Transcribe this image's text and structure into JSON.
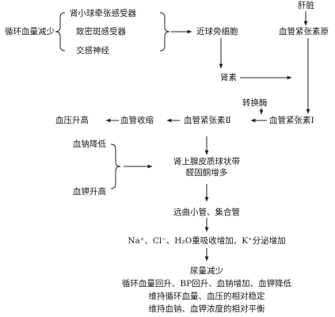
{
  "nodes": {
    "liver": "肝脏",
    "reduced_blood_volume": "循环血量减少",
    "baroreceptor": "肾小球牵张感受器",
    "macula_densa": "致密斑感受器",
    "sympathetic": "交感神经",
    "juxtaglomerular": "近球旁细胞",
    "angiotensinogen": "血管紧张素原",
    "renin": "肾素",
    "converting_enzyme": "转换酶",
    "bp_rise": "血压升高",
    "vasoconstriction": "血管收缩",
    "angiotensin_2": "血管紧张素Ⅱ",
    "angiotensin_1": "血管紧张素Ⅰ",
    "sodium_low": "血钠降低",
    "potassium_high": "血钾升高",
    "adrenal_line1": "肾上腺皮质球状带",
    "adrenal_line2": "醛固酮增多",
    "distal_tubule": "远曲小管、集合管",
    "reabsorption": "Na⁺、Cl⁻、H₂O重吸收增加、K⁺分泌增加",
    "urine_reduced": "尿量减少",
    "result1": "循环血量回升、BP回升、血钠增加、血钾降低",
    "result2": "维持循环血量、血压的相对稳定",
    "result3": "维持血钠、血钾浓度的相对平衡"
  }
}
